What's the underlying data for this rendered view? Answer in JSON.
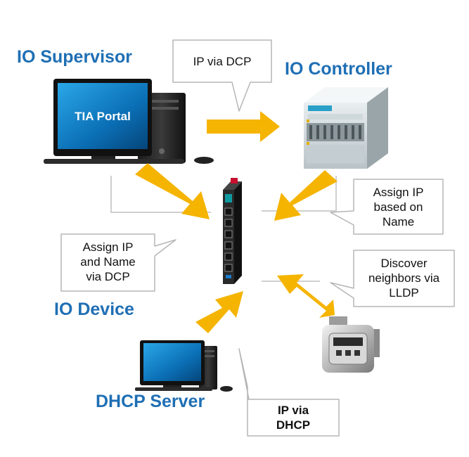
{
  "roles": {
    "supervisor": "IO Supervisor",
    "controller": "IO Controller",
    "device": "IO Device",
    "dhcp": "DHCP Server"
  },
  "devices": {
    "supervisor_screen": "TIA Portal"
  },
  "callouts": {
    "ip_via_dcp": "IP via DCP",
    "assign_ip_name": [
      "Assign IP",
      "and Name",
      "via DCP"
    ],
    "assign_ip_based": [
      "Assign IP",
      "based on",
      "Name"
    ],
    "discover": [
      "Discover",
      "neighbors via",
      "LLDP"
    ],
    "ip_via_dhcp": [
      "IP via",
      "DHCP"
    ]
  },
  "colors": {
    "role_text": "#1f6fb4",
    "arrow": "#f5b400",
    "callout_border": "#b5b5b5"
  }
}
